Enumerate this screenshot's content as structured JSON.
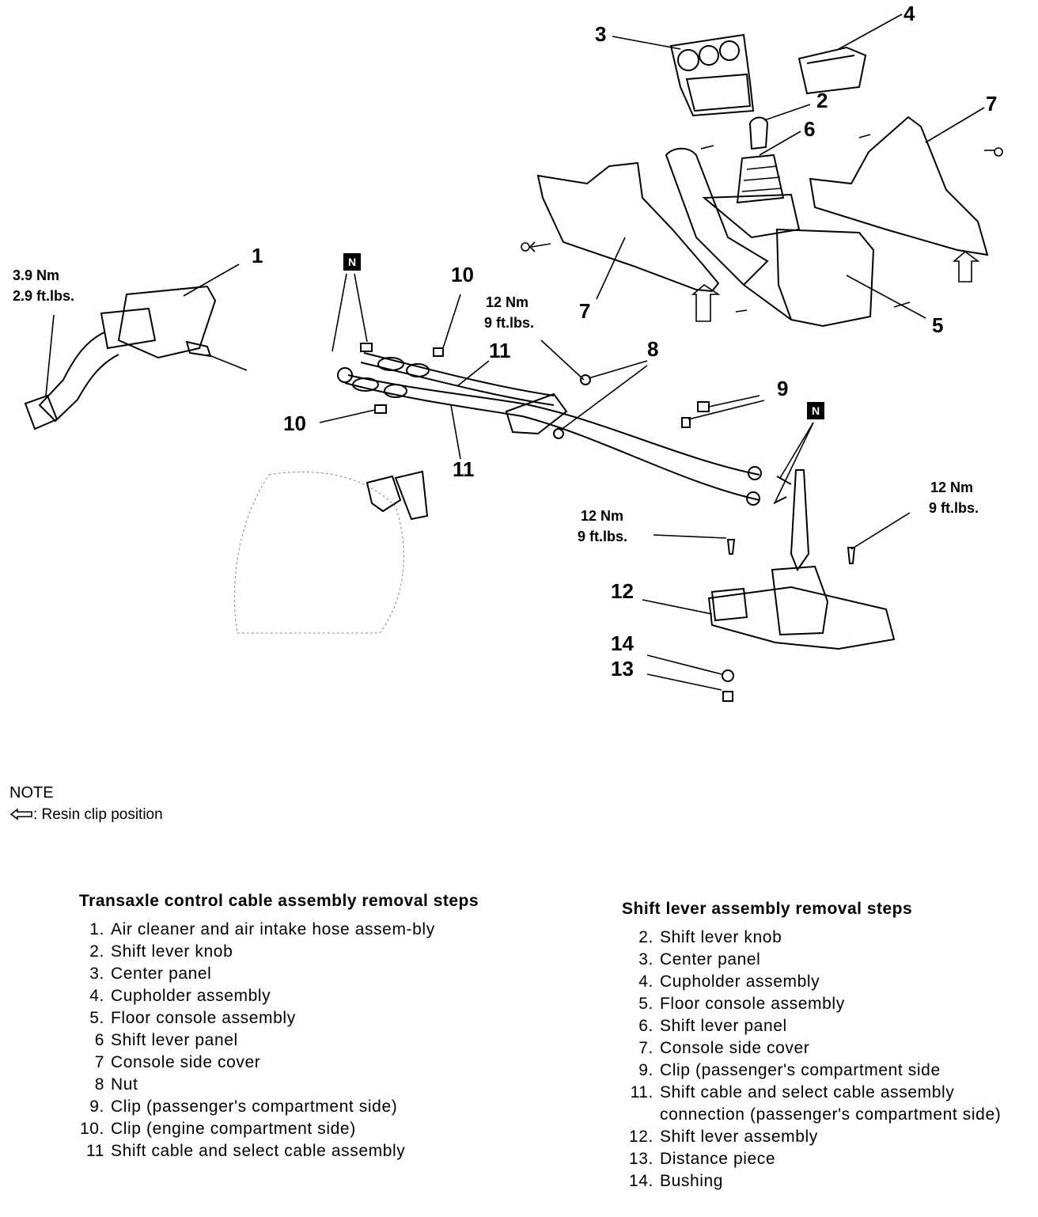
{
  "diagram": {
    "callouts": {
      "c1": "1",
      "c2": "2",
      "c3": "3",
      "c4": "4",
      "c5": "5",
      "c6": "6",
      "c7a": "7",
      "c7b": "7",
      "c8": "8",
      "c9": "9",
      "c10a": "10",
      "c10b": "10",
      "c11a": "11",
      "c11b": "11",
      "c12": "12",
      "c13": "13",
      "c14": "14"
    },
    "torque": {
      "air_cleaner": [
        "3.9 Nm",
        "2.9 ft.lbs."
      ],
      "nut": [
        "12 Nm",
        "9 ft.lbs."
      ],
      "lever_left": [
        "12 Nm",
        "9 ft.lbs."
      ],
      "lever_right": [
        "12 Nm",
        "9 ft.lbs."
      ]
    },
    "n_marker": "N"
  },
  "note": {
    "title": "NOTE",
    "legend_text": ": Resin clip position"
  },
  "transaxle_steps": {
    "title": "Transaxle control cable assembly removal steps",
    "items": [
      {
        "num": "1.",
        "text": "Air cleaner and air intake hose assem-bly"
      },
      {
        "num": "2.",
        "text": "Shift lever knob"
      },
      {
        "num": "3.",
        "text": "Center panel"
      },
      {
        "num": "4.",
        "text": "Cupholder assembly"
      },
      {
        "num": "5.",
        "text": "Floor console assembly"
      },
      {
        "num": "6",
        "text": "Shift lever panel"
      },
      {
        "num": "7",
        "text": "Console side cover"
      },
      {
        "num": "8",
        "text": "Nut"
      },
      {
        "num": "9.",
        "text": "Clip (passenger's compartment side)"
      },
      {
        "num": "10.",
        "text": "Clip (engine compartment side)"
      },
      {
        "num": "11",
        "text": "Shift cable and select cable assembly"
      }
    ]
  },
  "shift_lever_steps": {
    "title": "Shift lever assembly removal steps",
    "items": [
      {
        "num": "2.",
        "text": "Shift lever knob"
      },
      {
        "num": "3.",
        "text": "Center panel"
      },
      {
        "num": "4.",
        "text": "Cupholder assembly"
      },
      {
        "num": "5.",
        "text": "Floor console assembly"
      },
      {
        "num": "6.",
        "text": "Shift lever panel"
      },
      {
        "num": "7.",
        "text": "Console side cover"
      },
      {
        "num": "9.",
        "text": "Clip (passenger's compartment side"
      },
      {
        "num": "11.",
        "text": "Shift cable and select cable assembly connection (passenger's compartment side)"
      },
      {
        "num": "12.",
        "text": "Shift lever assembly"
      },
      {
        "num": "13.",
        "text": "Distance piece"
      },
      {
        "num": "14.",
        "text": "Bushing"
      }
    ]
  }
}
